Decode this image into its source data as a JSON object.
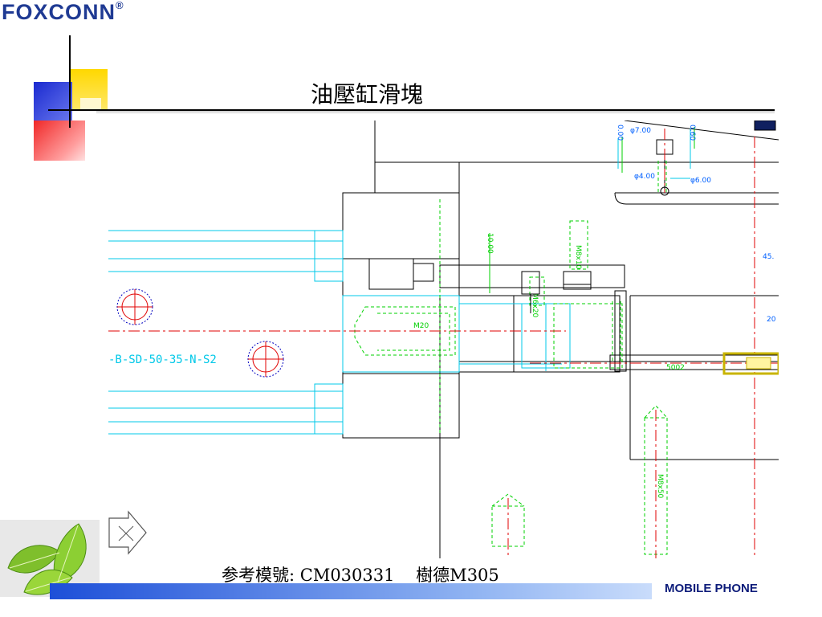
{
  "header": {
    "logo_text": "FOXCONN",
    "logo_mark": "®",
    "title": "油壓缸滑塊"
  },
  "drawing": {
    "dim_top_left": "φ7.00",
    "dim_left": "φ4.00",
    "dim_right": "φ6.00",
    "dim_small_left": "0.00",
    "dim_small_right": "0.60",
    "dim_vertical": "10.00",
    "thread_m20": "M20",
    "cyl_label": "-B-SD-50-35-N-S2",
    "dim_45": "45.",
    "dim_20": "20",
    "thread_m8": "M8x10",
    "thread_mid": "M6x20",
    "thread_long": "M8x50",
    "slot_label": "5002"
  },
  "footer": {
    "caption": "参考模號: CM030331    樹德M305",
    "label": "MOBILE PHONE"
  },
  "colors": {
    "logo": "#1f3a93",
    "square_yellow": "#ffd800",
    "square_blue": "#2a3ad6",
    "square_red": "#f03030",
    "cad_cyan": "#00c8e8",
    "cad_green": "#00d000",
    "cad_red": "#e00000",
    "cad_magenta": "#c000c0",
    "cad_yellow": "#c8b400",
    "footer_label": "#0d1c7a"
  }
}
